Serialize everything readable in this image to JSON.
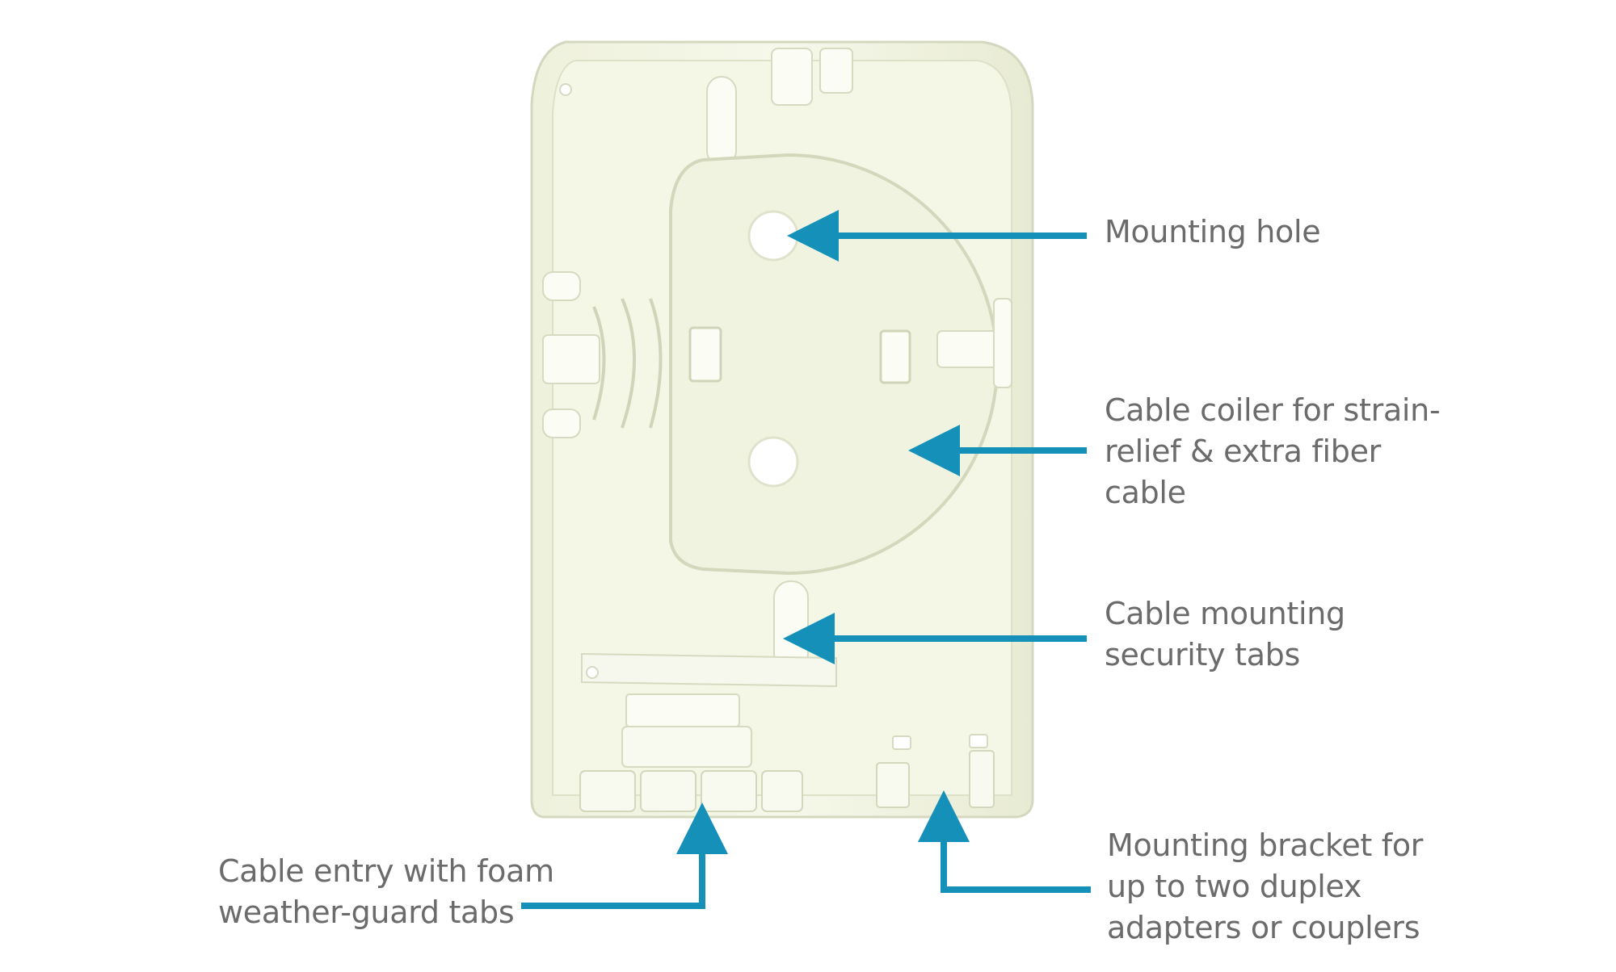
{
  "colors": {
    "arrow": "#1590b8",
    "label_text": "#6b6b6b",
    "plate_fill": "#f3f5e4",
    "plate_shadow": "#d9ddc5",
    "background": "#ffffff"
  },
  "device": {
    "icon": "fiber-wall-box-base-plate"
  },
  "callouts": {
    "mounting_hole": {
      "line1": "Mounting hole"
    },
    "cable_coiler": {
      "line1": "Cable coiler for strain-",
      "line2": "relief & extra fiber",
      "line3": "cable"
    },
    "security_tabs": {
      "line1": "Cable mounting",
      "line2": "security tabs"
    },
    "cable_entry": {
      "line1": "Cable entry with foam",
      "line2": "weather-guard tabs"
    },
    "mounting_bracket": {
      "line1": "Mounting bracket for",
      "line2": "up to two duplex",
      "line3": "adapters or couplers"
    }
  }
}
